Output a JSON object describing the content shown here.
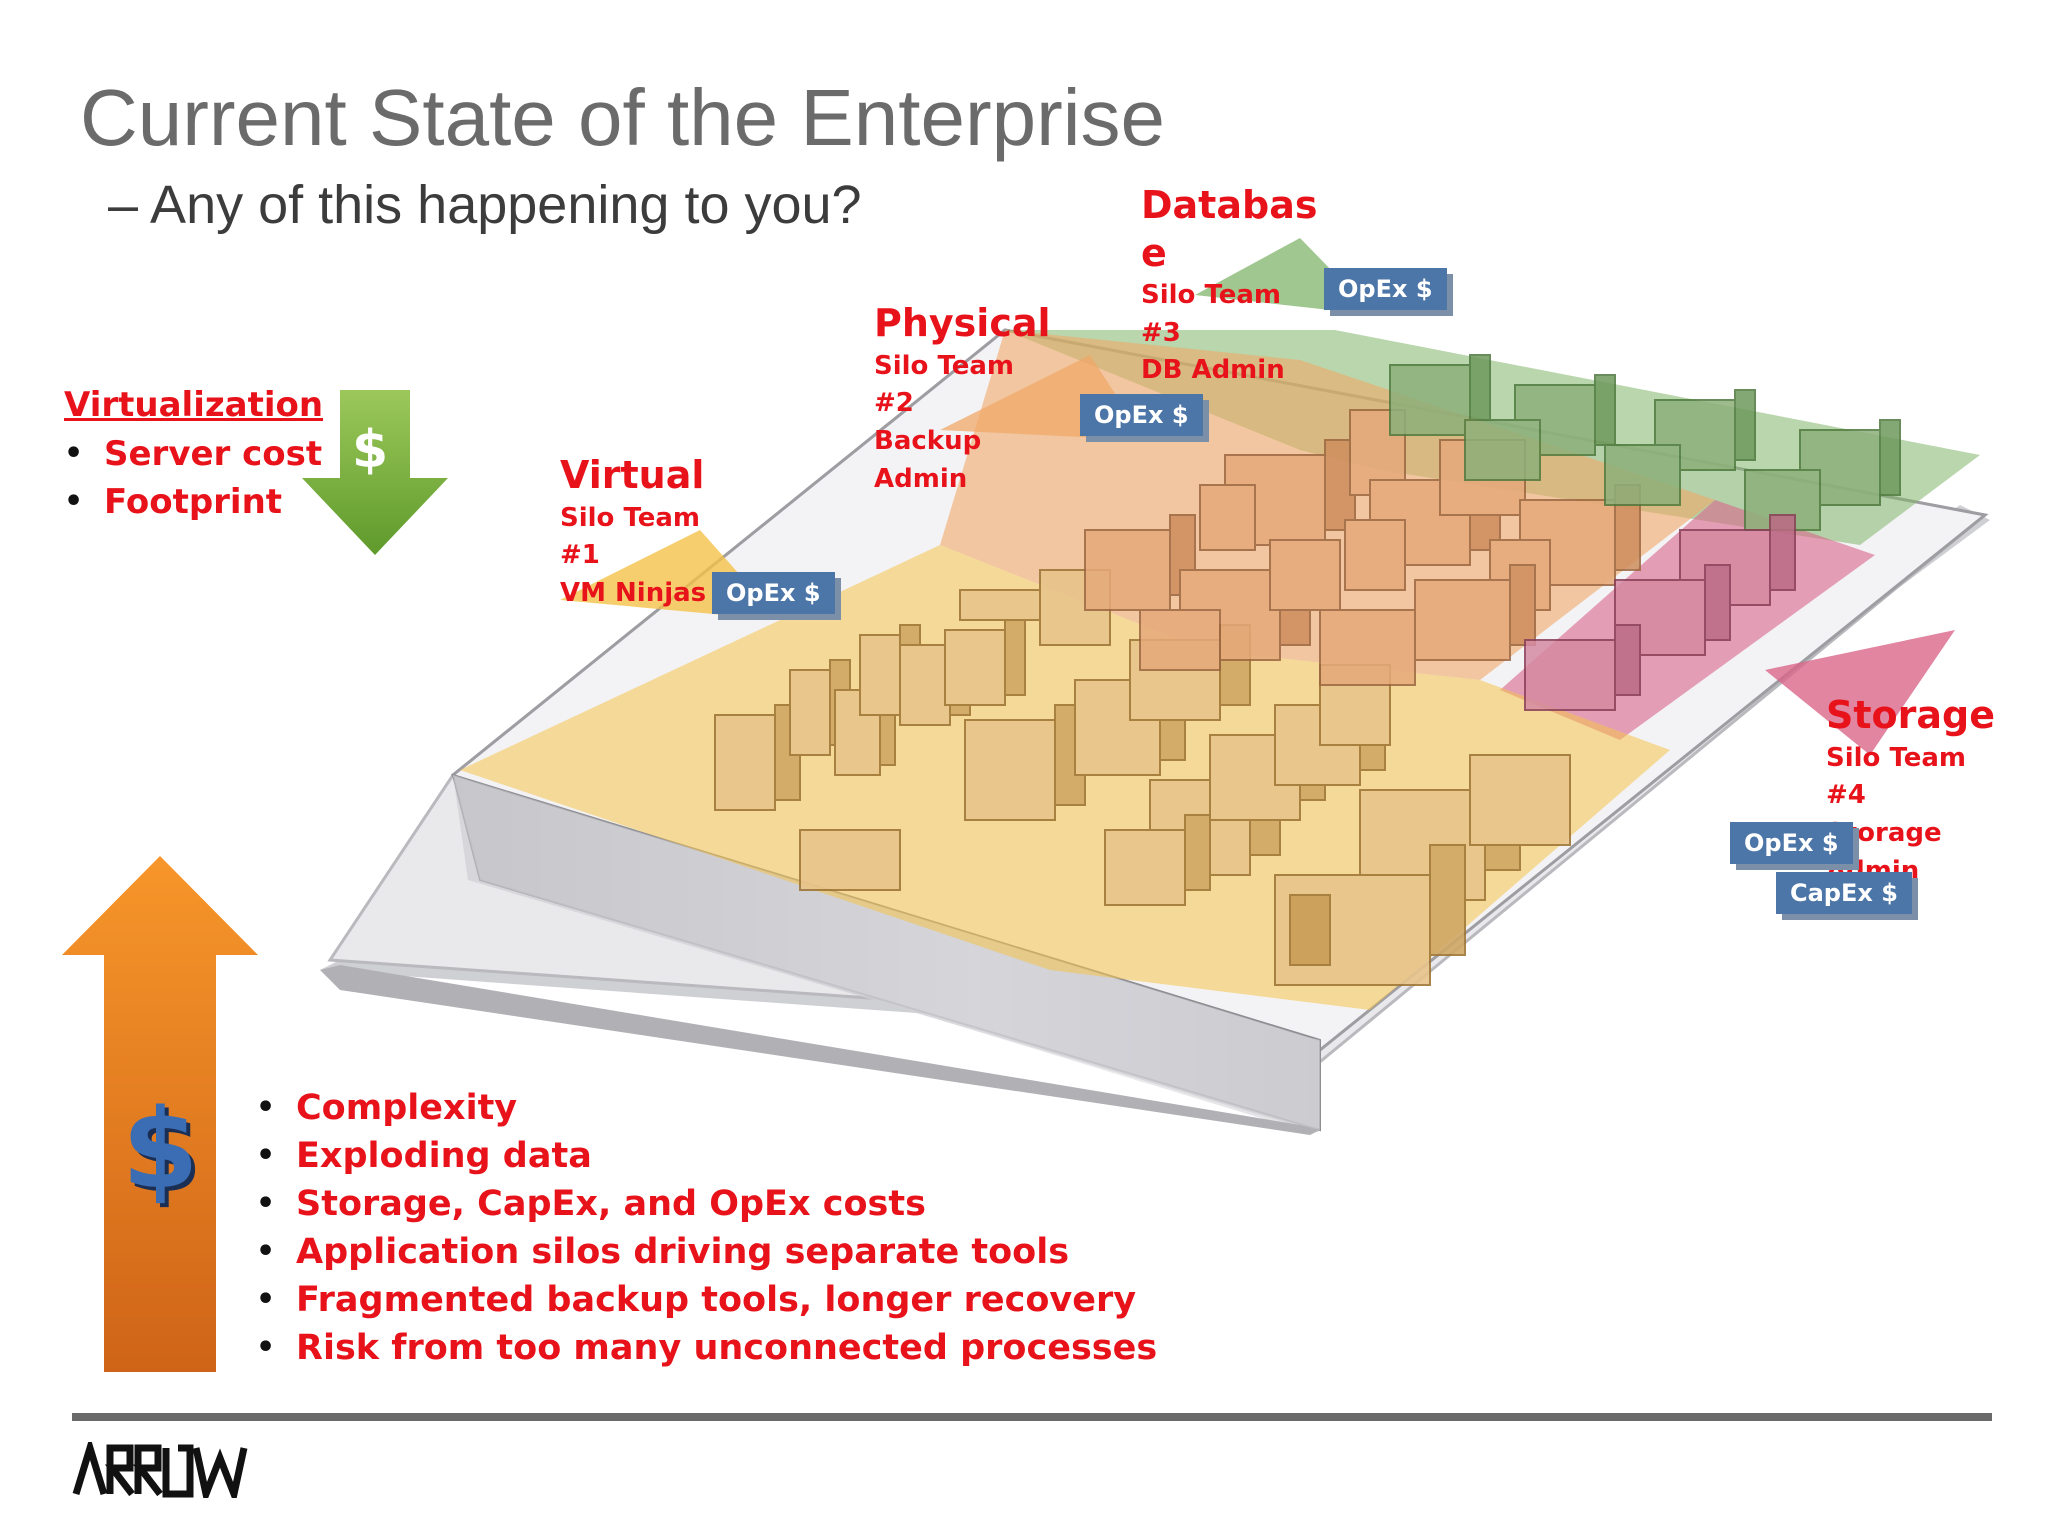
{
  "title": "Current State of the Enterprise",
  "subtitle": "– Any of this happening to you?",
  "virtualization": {
    "heading": "Virtualization",
    "bullets": [
      "Server cost",
      "Footprint"
    ],
    "arrow_symbol": "$",
    "arrow_color": "#6ea83a"
  },
  "silos": [
    {
      "heading": "Virtual",
      "lines": [
        "Silo Team",
        "#1",
        "VM Ninjas"
      ],
      "tags": [
        "OpEx $"
      ],
      "color": "#f5c24a"
    },
    {
      "heading": "Physical",
      "lines": [
        "Silo Team",
        "#2",
        "Backup",
        "Admin"
      ],
      "tags": [
        "OpEx $"
      ],
      "color": "#f0a868"
    },
    {
      "heading": "Databas e",
      "heading_lines": [
        "Databas",
        "e"
      ],
      "lines": [
        "Silo Team",
        "#3",
        "DB Admin"
      ],
      "tags": [
        "OpEx $"
      ],
      "color": "#7fb46a"
    },
    {
      "heading": "Storage",
      "lines": [
        "Silo Team",
        "#4",
        "Storage",
        "Admin"
      ],
      "tags": [
        "OpEx $",
        "CapEx $"
      ],
      "color": "#d9668a"
    }
  ],
  "cost_arrow": {
    "symbol": "$",
    "color": "#e8781f"
  },
  "bottom_bullets": [
    "Complexity",
    "Exploding data",
    "Storage, CapEx, and OpEx costs",
    "Application silos driving separate tools",
    "Fragmented backup tools, longer recovery",
    "Risk from too many unconnected processes"
  ],
  "logo": "ARROW",
  "accent_color": "#e8121a",
  "tag_color": "#4d76a8"
}
